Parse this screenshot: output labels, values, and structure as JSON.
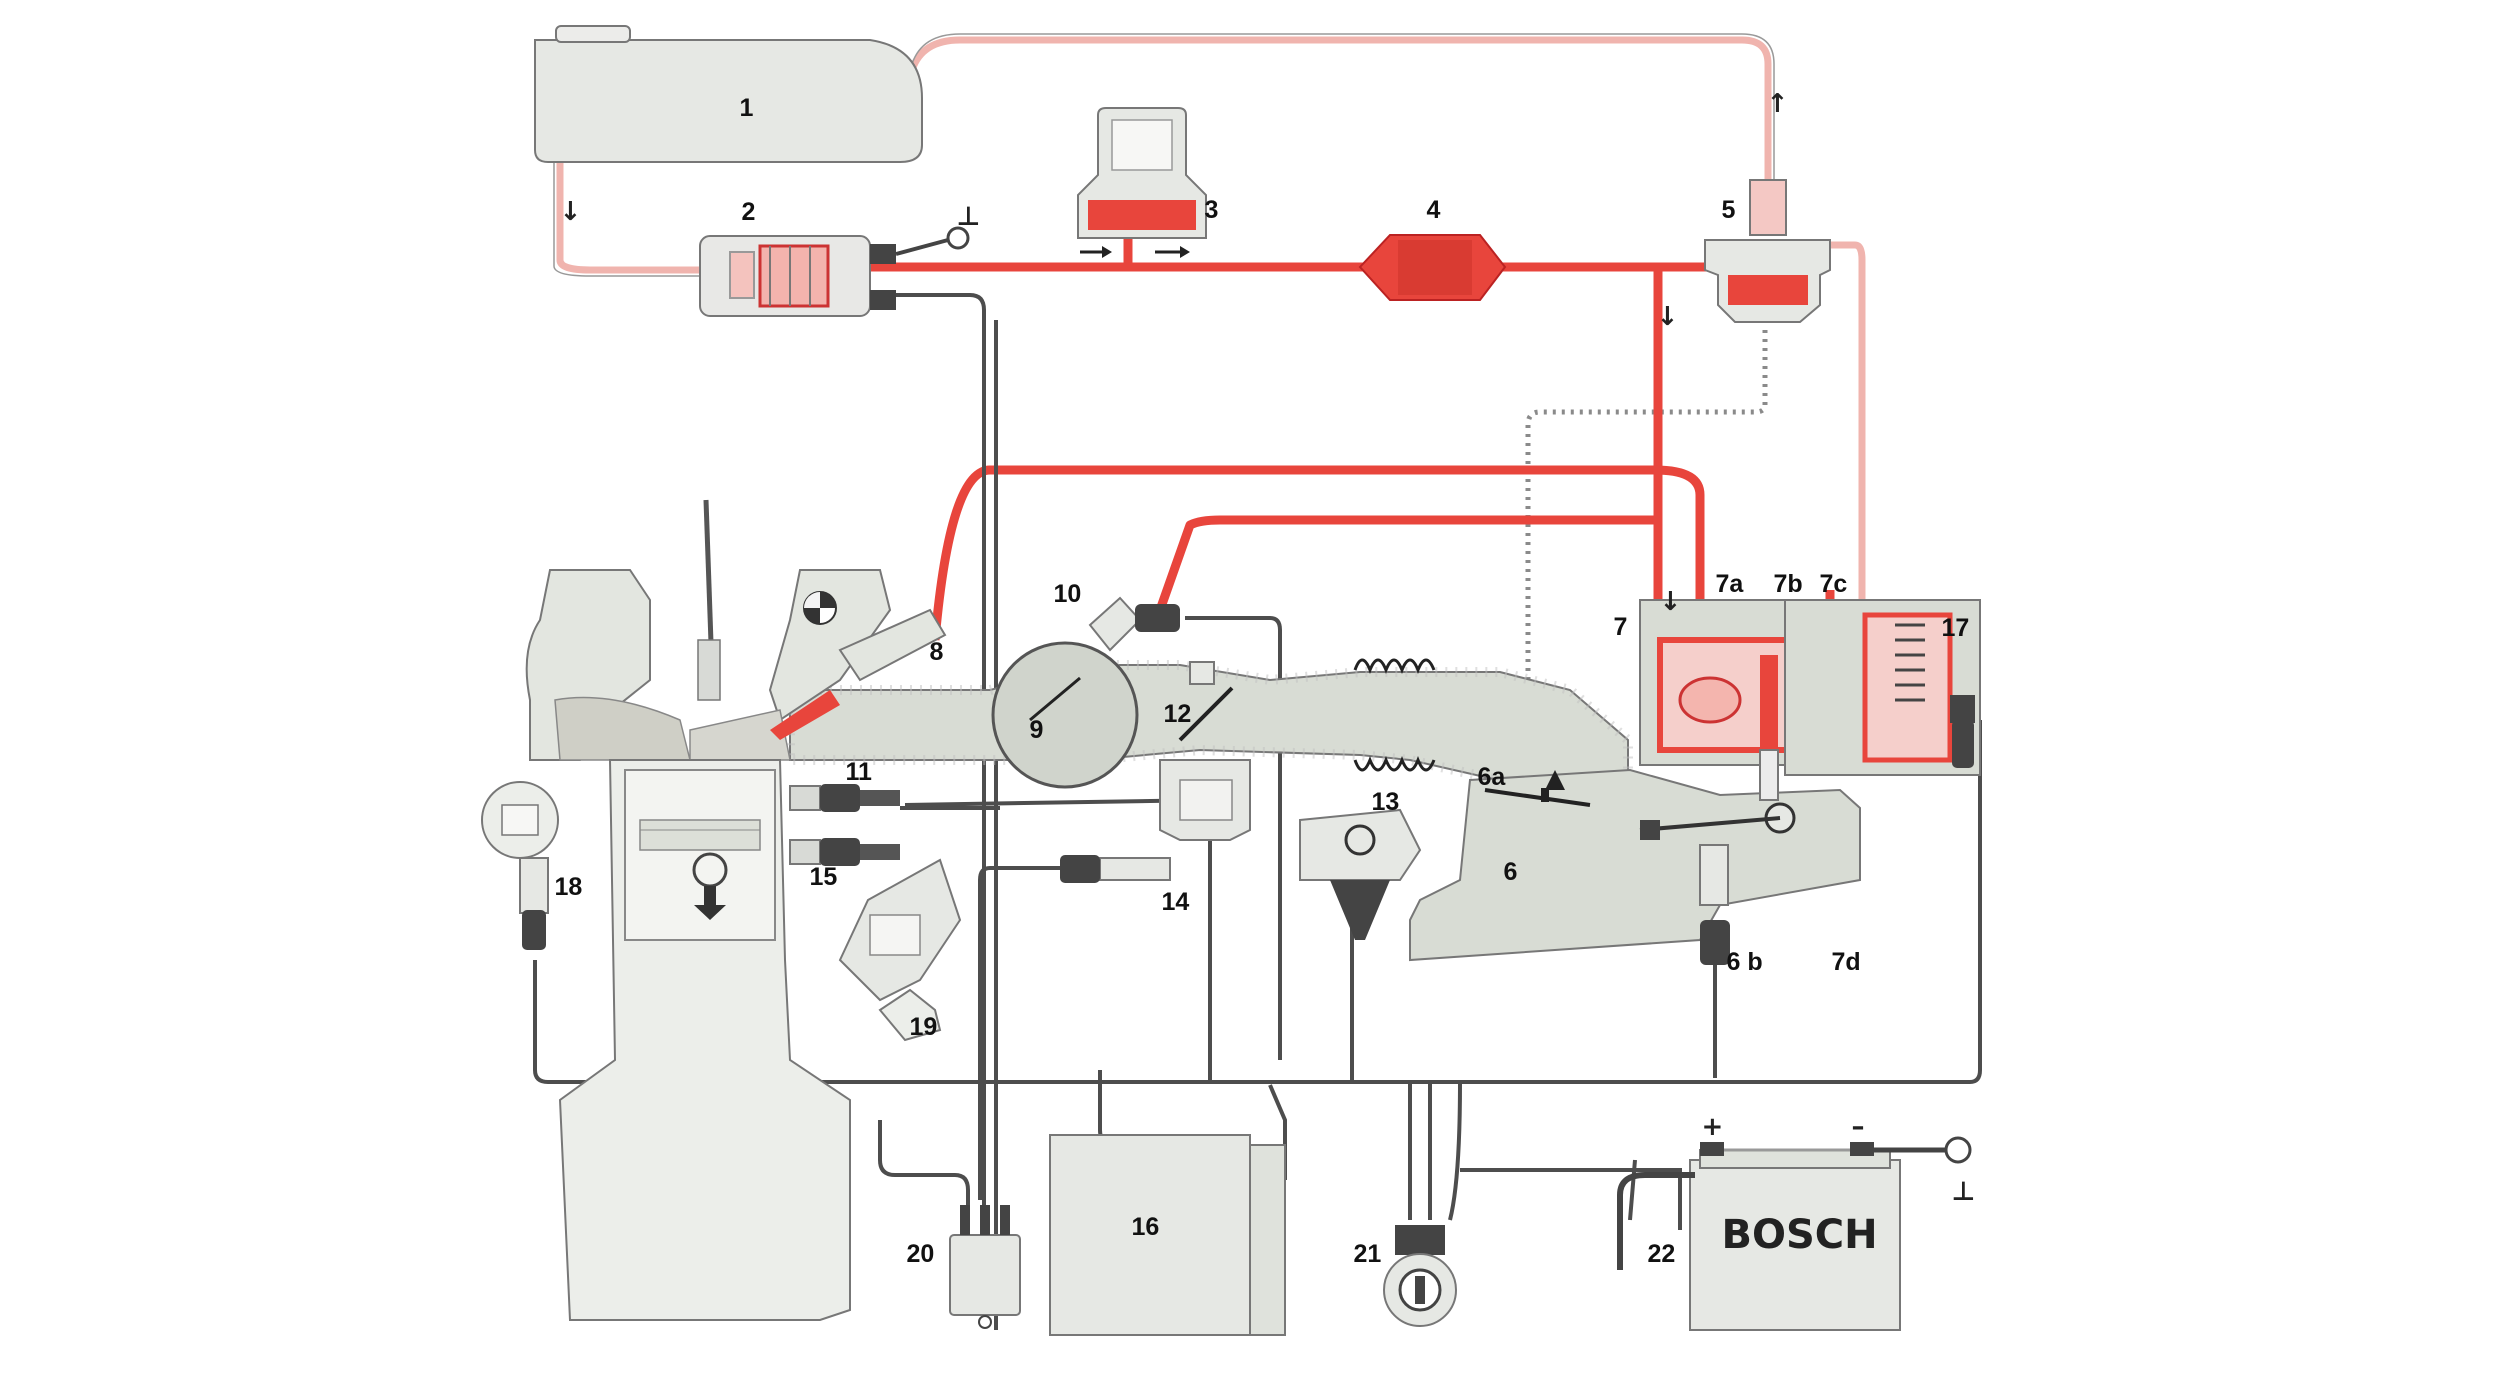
{
  "figure": {
    "colors": {
      "fuel_supply": "#e8453c",
      "fuel_return": "#f4b9b4",
      "component_fill": "#e6e8e4",
      "outline": "#555555",
      "wire": "#4d4d4d",
      "background": "#ffffff"
    },
    "labels": {
      "c1": "1",
      "c2": "2",
      "c3": "3",
      "c4": "4",
      "c5": "5",
      "c6": "6",
      "c6a": "6a",
      "c6b": "6 b",
      "c7": "7",
      "c7a": "7a",
      "c7b": "7b",
      "c7c": "7c",
      "c7d": "7d",
      "c8": "8",
      "c9": "9",
      "c10": "10",
      "c11": "11",
      "c12": "12",
      "c13": "13",
      "c14": "14",
      "c15": "15",
      "c16": "16",
      "c17": "17",
      "c18": "18",
      "c19": "19",
      "c20": "20",
      "c21": "21",
      "c22": "22"
    },
    "battery": {
      "brand": "BOSCH",
      "plus": "+",
      "minus": "–"
    },
    "ground_symbol": "⊥",
    "flow_arrow": "↓",
    "up_arrow": "↑",
    "right_arrow": "→"
  }
}
